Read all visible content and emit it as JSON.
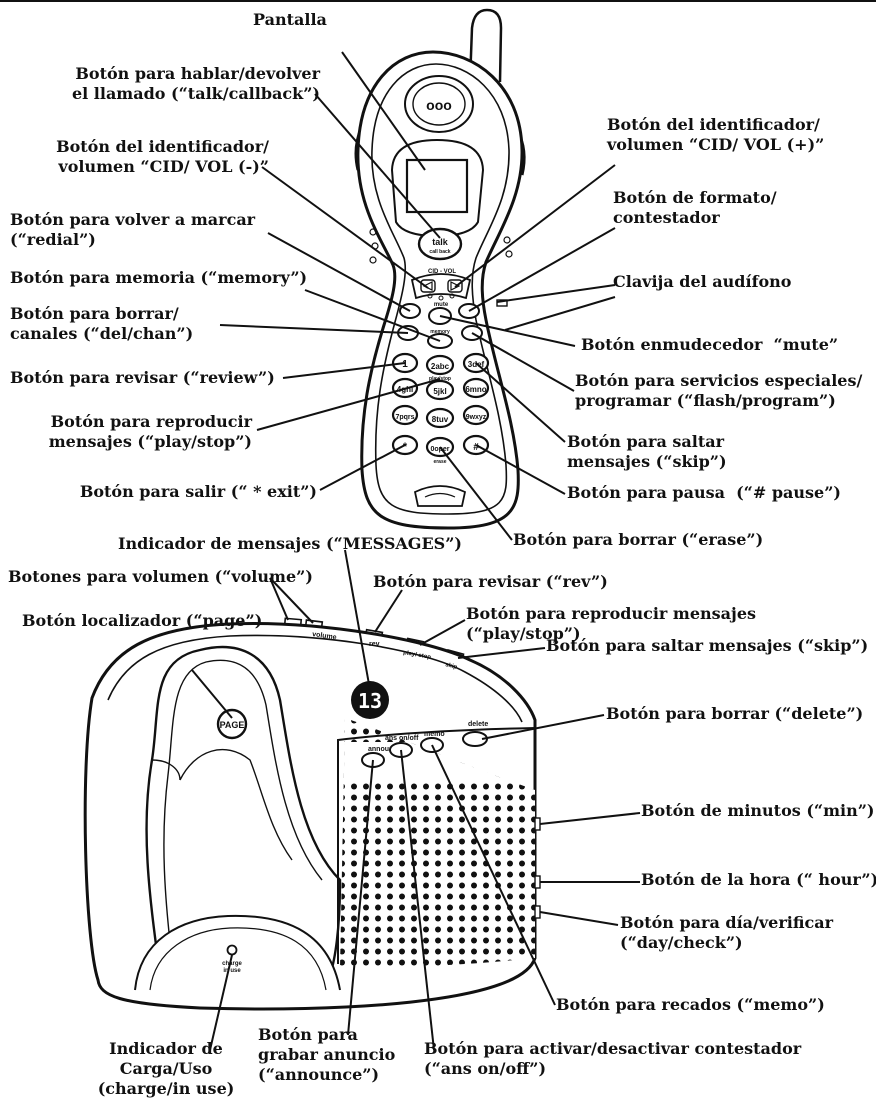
{
  "handset": {
    "keys": [
      "1",
      "2abc",
      "3def",
      "4ghi",
      "5jkl",
      "6mno",
      "7pqrs",
      "8tuv",
      "9wxyz",
      "*",
      "0oper",
      "#"
    ],
    "talk_key": "talk",
    "talk_sub": "call back",
    "cid_vol": "CID - VOL",
    "mute_key": "mute",
    "memory_key": "memory",
    "play_stop_key": "play/stop",
    "erase_key": "erase",
    "earpiece": "ooo"
  },
  "base": {
    "page_button": "PAGE",
    "display_value": "13",
    "labels": {
      "volume": "volume",
      "rev": "rev",
      "play_stop": "play/ stop",
      "skip": "skip",
      "delete": "delete",
      "memo": "memo",
      "ans": "ans on/off",
      "announce": "announce",
      "charge": "charge",
      "in_use": "in use"
    }
  },
  "callouts": {
    "pantalla": "Pantalla",
    "talk": "Botón para hablar/devolver\nel llamado (“talk/callback”)",
    "cid_minus": "Botón del identificador/\nvolumen “CID/ VOL (-)”",
    "redial": "Botón para volver a marcar\n(“redial”)",
    "memory": "Botón para memoria (“memory”)",
    "del_chan": "Botón para borrar/\ncanales (“del/chan”)",
    "review": "Botón para revisar (“review”)",
    "play_stop": "Botón para reproducir\nmensajes (“play/stop”)",
    "exit": "Botón para salir (“ * exit”)",
    "cid_plus": "Botón del identificador/\nvolumen “CID/ VOL (+)”",
    "format": "Botón de formato/\ncontestador",
    "headset": "Clavija del audífono",
    "mute": "Botón enmudecedor  “mute”",
    "flash": "Botón para servicios especiales/\nprogramar (“flash/program”)",
    "skip_h": "Botón para saltar\nmensajes (“skip”)",
    "pause": "Botón para pausa  (“# pause”)",
    "erase": "Botón para borrar (“erase”)",
    "messages": "Indicador de mensajes (“MESSAGES”)",
    "volume": "Botones para volumen (“volume”)",
    "rev": "Botón para revisar (“rev”)",
    "page": "Botón localizador (“page”)",
    "play_base": "Botón para reproducir mensajes\n(“play/stop”)",
    "skip_base": "Botón para saltar mensajes (“skip”)",
    "delete": "Botón para borrar (“delete”)",
    "min": "Botón de minutos (“min”)",
    "hour": "Botón de la hora (“ hour”)",
    "day": "Botón para día/verificar\n(“day/check”)",
    "memo": "Botón para recados (“memo”)",
    "charge": "Indicador de\nCarga/Uso\n(charge/in use)",
    "announce": "Botón para\ngrabar anuncio\n(“announce”)",
    "ans": "Botón para activar/desactivar contestador\n(“ans on/off”)"
  }
}
